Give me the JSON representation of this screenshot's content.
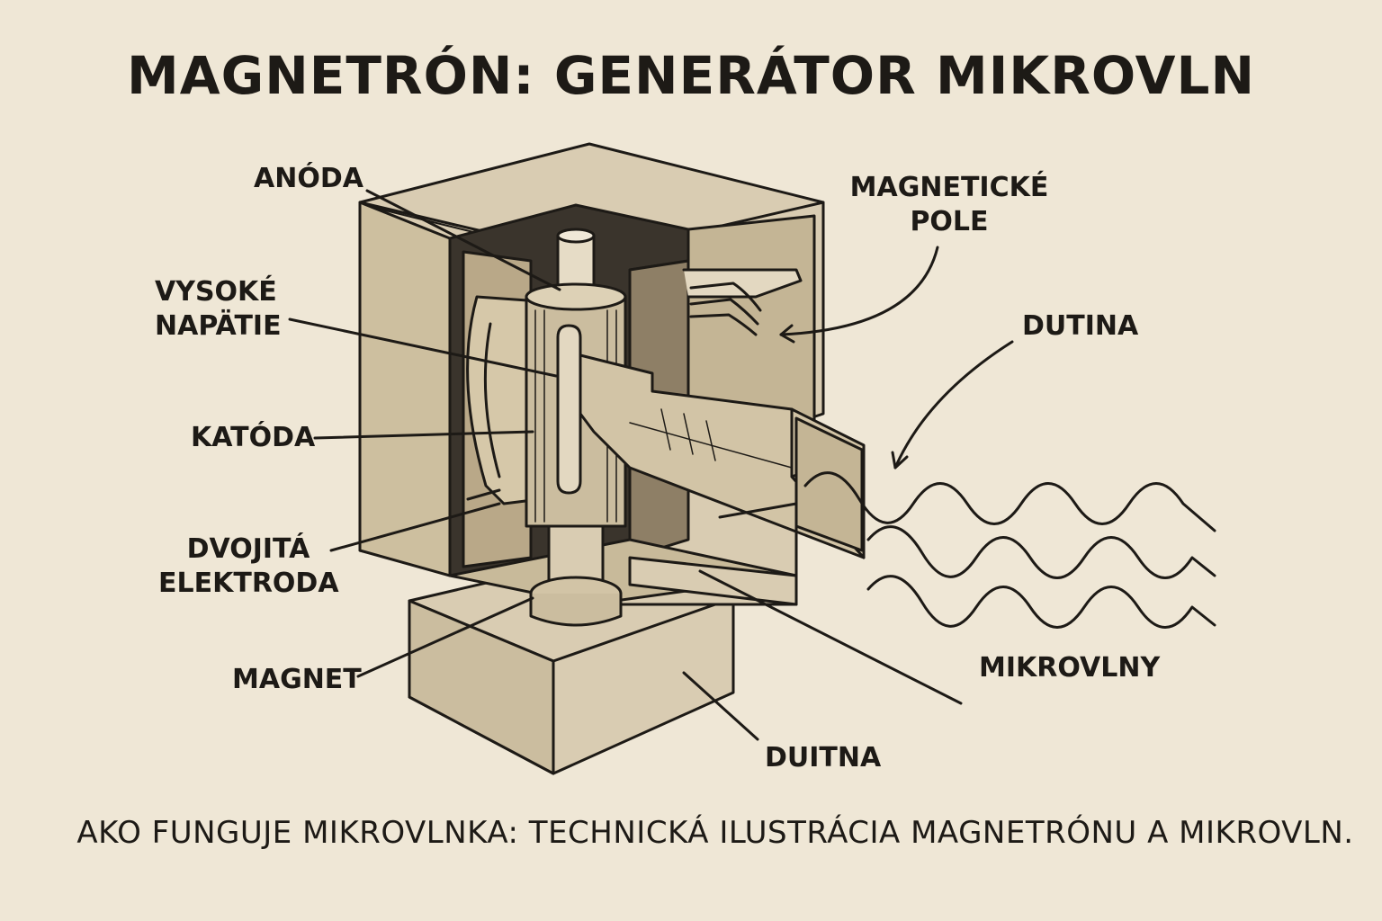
{
  "title": "MAGNETRÓN: GENERÁTOR MIKROVLN",
  "caption": "AKO FUNGUJE MIKROVLNKA: TECHNICKÁ ILUSTRÁCIA MAGNETRÓNU A MIKROVLN.",
  "labels": {
    "anoda": "ANÓDA",
    "vysoke_napatie_1": "VYSOKÉ",
    "vysoke_napatie_2": "NAPÄTIE",
    "katoda": "KATÓDA",
    "dvojita_1": "DVOJITÁ",
    "dvojita_2": "ELEKTRODA",
    "magnet": "MAGNET",
    "magneticke_1": "MAGNETICKÉ",
    "magneticke_2": "POLE",
    "dutina": "DUTINA",
    "mikrovlny": "MIKROVLNY",
    "duitna": "DUITNA"
  },
  "colors": {
    "background": "#efe7d6",
    "ink": "#1d1a16",
    "body_fill": "#d9ccb2",
    "shade_fill": "#b9a888",
    "dark_fill": "#3a342c"
  }
}
